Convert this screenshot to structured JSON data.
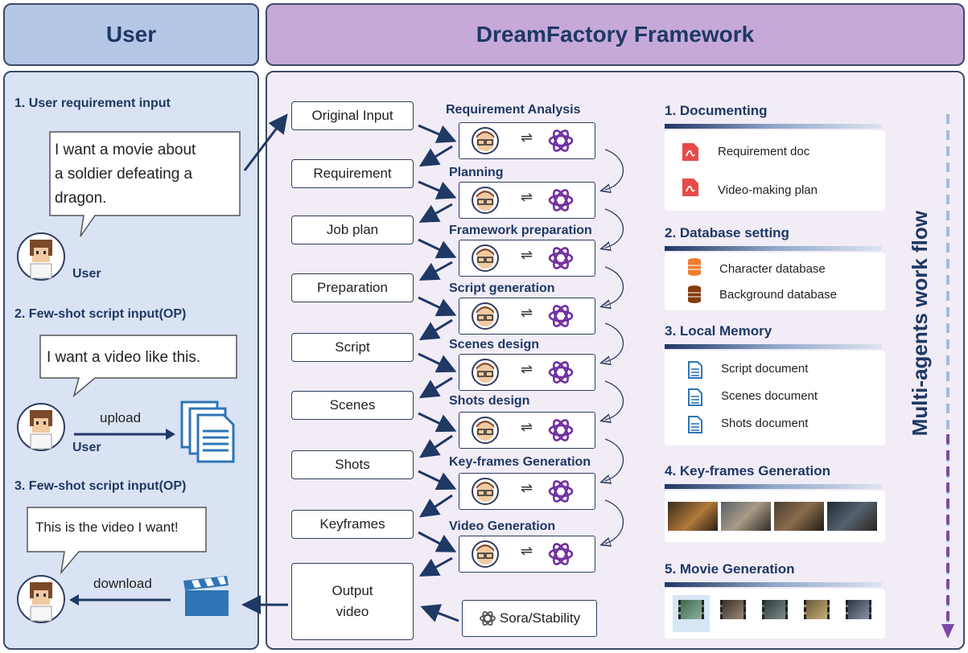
{
  "header": {
    "user_title": "User",
    "framework_title": "DreamFactory Framework"
  },
  "user_panel": {
    "step1_title": "1. User requirement input",
    "step1_bubble": [
      "I want a movie about",
      "a soldier defeating a",
      "dragon."
    ],
    "user_label": "User",
    "step2_title": "2. Few-shot script input(OP)",
    "step2_bubble": "I want a video like this.",
    "upload_label": "upload",
    "step3_title": "3. Few-shot script input(OP)",
    "step3_bubble": "This is the video I want!",
    "download_label": "download"
  },
  "pipeline": {
    "stages": [
      "Original Input",
      "Requirement",
      "Job plan",
      "Preparation",
      "Script",
      "Scenes",
      "Shots",
      "Keyframes"
    ],
    "output_stage": [
      "Output",
      "video"
    ],
    "agents": [
      "Requirement Analysis",
      "Planning",
      "Framework preparation",
      "Script generation",
      "Scenes design",
      "Shots design",
      "Key-frames Generation",
      "Video Generation"
    ],
    "exchange_symbol": "⇌",
    "sora_label": "Sora/Stability"
  },
  "sections": {
    "documenting": {
      "title": "1. Documenting",
      "items": [
        "Requirement doc",
        "Video-making plan"
      ]
    },
    "database": {
      "title": "2. Database setting",
      "items": [
        "Character database",
        "Background database"
      ]
    },
    "memory": {
      "title": "3. Local Memory",
      "items": [
        "Script document",
        "Scenes document",
        "Shots document"
      ]
    },
    "keyframes": {
      "title": "4. Key-frames Generation"
    },
    "movie": {
      "title": "5. Movie Generation"
    }
  },
  "workflow_label": "Multi-agents work flow",
  "colors": {
    "user_header": "#b4c7e7",
    "framework_header": "#c6a9d9",
    "user_body": "#dae3f3",
    "framework_body": "#f1ecf6",
    "arrow": "#1f3864",
    "workflow_arrow": "#7b4aa8"
  }
}
